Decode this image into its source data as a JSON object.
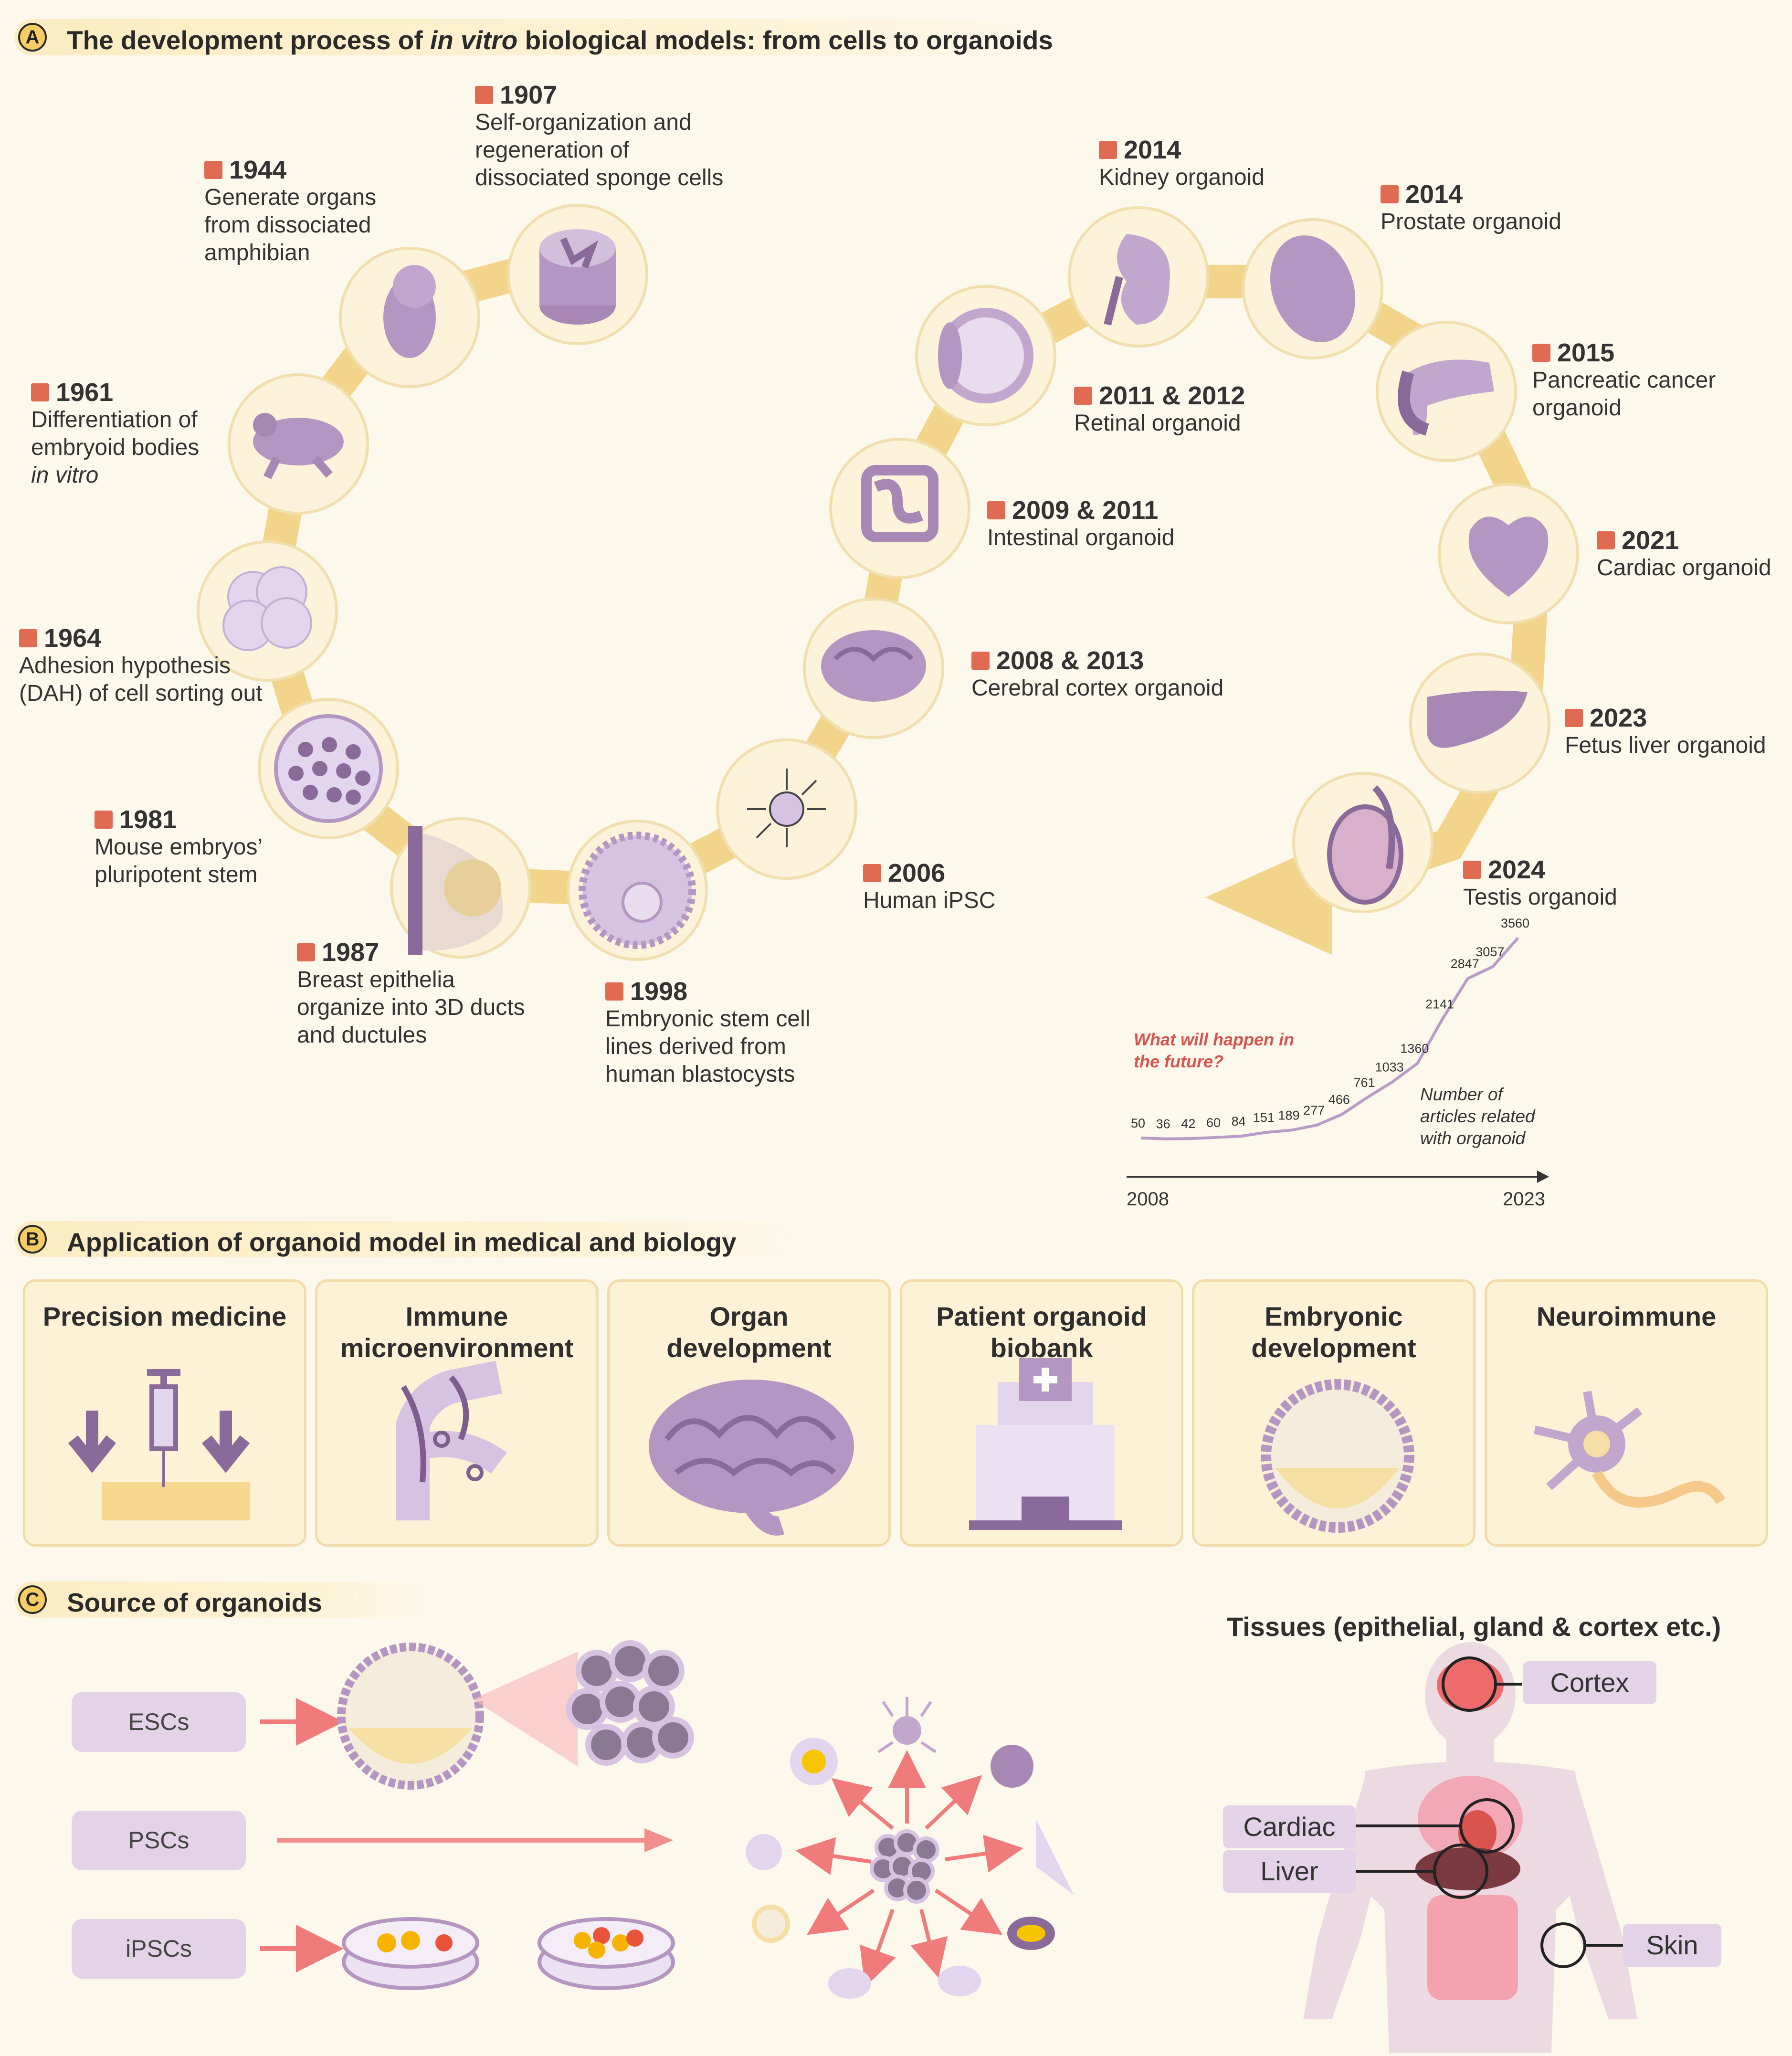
{
  "sectionA": {
    "badge": "A",
    "title_pre": "The development process of ",
    "title_em": "in vitro",
    "title_post": " biological models: from cells to organoids",
    "events": [
      {
        "year": "1907",
        "lines": [
          "Self-organization and",
          "regeneration of",
          "dissociated sponge cells"
        ],
        "icon": "sponge-icon"
      },
      {
        "year": "1944",
        "lines": [
          "Generate organs",
          "from dissociated",
          "amphibian"
        ],
        "icon": "embryo-icon"
      },
      {
        "year": "1961",
        "lines": [
          "Differentiation of",
          "embryoid bodies"
        ],
        "italic_line": "in vitro",
        "icon": "frog-icon"
      },
      {
        "year": "1964",
        "lines": [
          "Adhesion hypothesis",
          "(DAH) of cell sorting out"
        ],
        "icon": "cell-cluster-icon"
      },
      {
        "year": "1981",
        "lines": [
          "Mouse embryos’",
          "pluripotent stem"
        ],
        "icon": "morula-icon"
      },
      {
        "year": "1987",
        "lines": [
          "Breast epithelia",
          "organize into 3D ducts",
          "and ductules"
        ],
        "icon": "breast-icon"
      },
      {
        "year": "1998",
        "lines": [
          "Embryonic stem cell",
          "lines derived from",
          "human blastocysts"
        ],
        "icon": "blastocyst-icon"
      },
      {
        "year": "2006",
        "lines": [
          "Human iPSC"
        ],
        "icon": "ipsc-icon"
      },
      {
        "year": "2008 & 2013",
        "lines": [
          "Cerebral cortex organoid"
        ],
        "icon": "brain-icon"
      },
      {
        "year": "2009 & 2011",
        "lines": [
          "Intestinal organoid"
        ],
        "icon": "intestine-icon"
      },
      {
        "year": "2011 & 2012",
        "lines": [
          "Retinal organoid"
        ],
        "icon": "eye-icon"
      },
      {
        "year": "2014",
        "lines": [
          "Kidney organoid"
        ],
        "icon": "kidney-icon"
      },
      {
        "year": "2014",
        "lines": [
          "Prostate organoid"
        ],
        "icon": "prostate-icon"
      },
      {
        "year": "2015",
        "lines": [
          "Pancreatic cancer",
          "organoid"
        ],
        "icon": "pancreas-icon"
      },
      {
        "year": "2021",
        "lines": [
          "Cardiac organoid"
        ],
        "icon": "heart-icon"
      },
      {
        "year": "2023",
        "lines": [
          "Fetus liver organoid"
        ],
        "icon": "liver-icon"
      },
      {
        "year": "2024",
        "lines": [
          "Testis organoid"
        ],
        "icon": "testis-icon"
      }
    ],
    "future_text": [
      "What will happen in",
      "the future?"
    ],
    "article_label": [
      "Number of",
      "articles related",
      "with organoid"
    ],
    "axis_start": "2008",
    "axis_end": "2023"
  },
  "chart_data": {
    "type": "line",
    "x": [
      2008,
      2009,
      2010,
      2011,
      2012,
      2013,
      2014,
      2015,
      2016,
      2017,
      2018,
      2019,
      2020,
      2021,
      2022,
      2023
    ],
    "series": [
      {
        "values": [
          50,
          36,
          42,
          60,
          84,
          151,
          189,
          277,
          466,
          761,
          1033,
          1360,
          2141,
          2847,
          3057,
          3560
        ]
      }
    ],
    "data_labels": [
      "50",
      "36",
      "42",
      "60",
      "84",
      "151",
      "189",
      "277",
      "466",
      "761",
      "1033",
      "1360",
      "2141",
      "2847",
      "3057",
      "3560"
    ],
    "line_color": "#b89cc6",
    "xlim": [
      2008,
      2023
    ],
    "ylim": [
      0,
      3600
    ],
    "grid": false
  },
  "sectionB": {
    "badge": "B",
    "title": "Application of organoid model in medical and biology",
    "cards": [
      {
        "lines": [
          "Precision medicine"
        ],
        "icon": "syringe-icon"
      },
      {
        "lines": [
          "Immune",
          "microenvironment"
        ],
        "icon": "immune-vessel-icon"
      },
      {
        "lines": [
          "Organ",
          "development"
        ],
        "icon": "brain-icon"
      },
      {
        "lines": [
          "Patient organoid",
          "biobank"
        ],
        "icon": "hospital-icon"
      },
      {
        "lines": [
          "Embryonic",
          "development"
        ],
        "icon": "blastocyst-icon"
      },
      {
        "lines": [
          "Neuroimmune"
        ],
        "icon": "neuron-icon"
      }
    ]
  },
  "sectionC": {
    "badge": "C",
    "title": "Source of organoids",
    "sources": [
      "ESCs",
      "PSCs",
      "iPSCs"
    ],
    "tissues_title": "Tissues (epithelial, gland & cortex etc.)",
    "tissue_labels": {
      "cortex": "Cortex",
      "cardiac": "Cardiac",
      "liver": "Liver",
      "skin": "Skin"
    }
  },
  "colors": {
    "accent_square": "#e06a52",
    "path_gold": "#f2d58a",
    "node_fill": "#fdf3da",
    "icon_purple": "#b595c1",
    "icon_dark": "#8a6a98",
    "future_red": "#d9534f",
    "arrow_red": "#f07b7b"
  }
}
